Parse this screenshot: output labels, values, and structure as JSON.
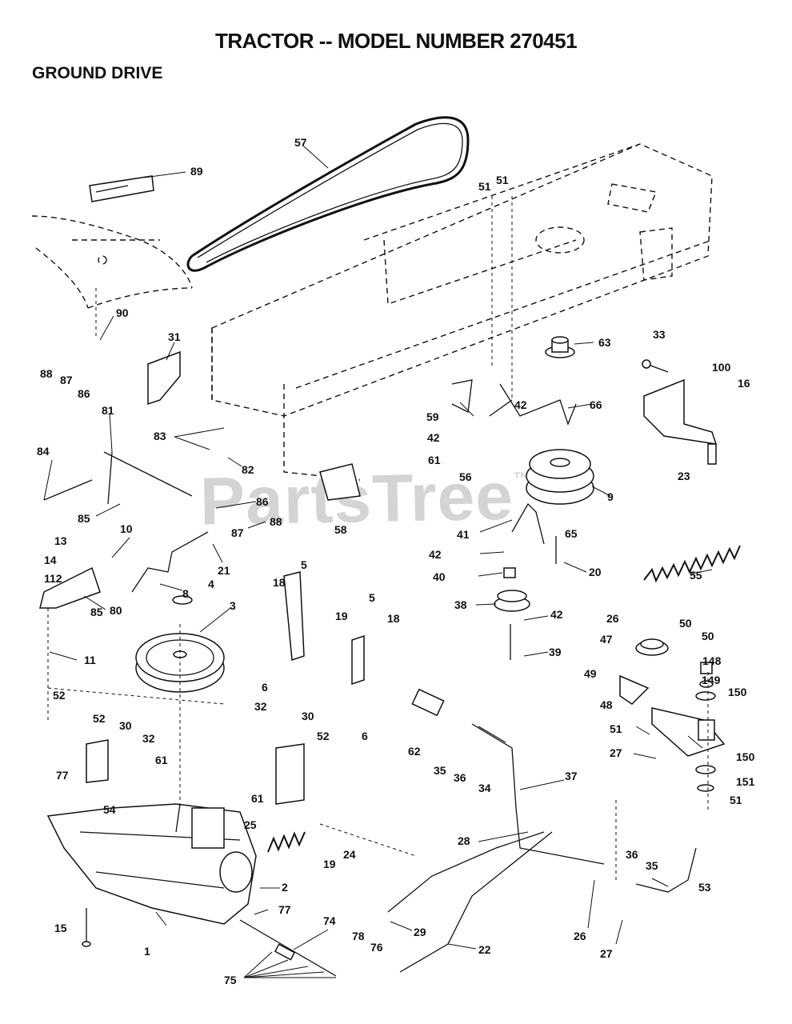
{
  "header": {
    "title": "TRACTOR -- MODEL NUMBER 270451",
    "section": "GROUND DRIVE"
  },
  "watermark": {
    "text": "PartsTree",
    "mark": "™"
  },
  "callouts": [
    "57",
    "89",
    "51",
    "51",
    "90",
    "31",
    "63",
    "33",
    "100",
    "16",
    "88",
    "87",
    "86",
    "81",
    "59",
    "42",
    "66",
    "83",
    "82",
    "42",
    "61",
    "56",
    "23",
    "84",
    "86",
    "9",
    "85",
    "88",
    "10",
    "87",
    "58",
    "41",
    "65",
    "13",
    "21",
    "42",
    "14",
    "112",
    "8",
    "40",
    "20",
    "55",
    "5",
    "18",
    "19",
    "80",
    "85",
    "4",
    "3",
    "38",
    "42",
    "11",
    "5",
    "18",
    "26",
    "50",
    "6",
    "39",
    "47",
    "50",
    "148",
    "149",
    "49",
    "150",
    "6",
    "52",
    "48",
    "62",
    "32",
    "30",
    "52",
    "30",
    "32",
    "52",
    "51",
    "61",
    "35",
    "36",
    "150",
    "27",
    "61",
    "151",
    "77",
    "34",
    "37",
    "51",
    "54",
    "25",
    "28",
    "19",
    "24",
    "36",
    "35",
    "2",
    "77",
    "53",
    "15",
    "1",
    "29",
    "26",
    "74",
    "22",
    "78",
    "76",
    "27",
    "75"
  ]
}
